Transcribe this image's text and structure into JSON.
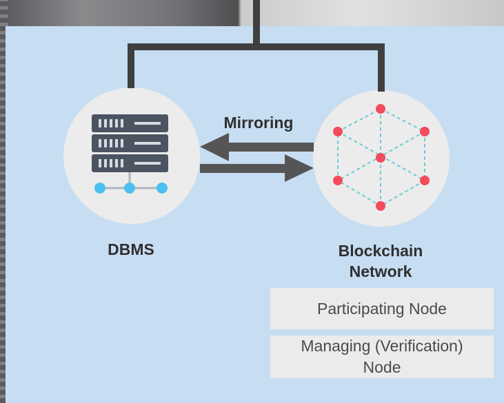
{
  "diagram": {
    "mirroring_label": "Mirroring",
    "dbms_label": "DBMS",
    "blockchain_label": "Blockchain\nNetwork",
    "node_boxes": [
      {
        "text": "Participating Node"
      },
      {
        "lines": [
          "Managing (Verification)",
          "Node"
        ]
      }
    ],
    "icons": {
      "dbms": "server-stack-icon",
      "blockchain": "network-hexagon-icon"
    },
    "colors": {
      "panel": "#c7ddf2",
      "connector": "#3f3f3f",
      "arrow": "#555555",
      "node_red": "#f24b5b",
      "node_link": "#6ec9d6",
      "server_body": "#4c5361",
      "server_dot": "#4cc0f0"
    }
  }
}
